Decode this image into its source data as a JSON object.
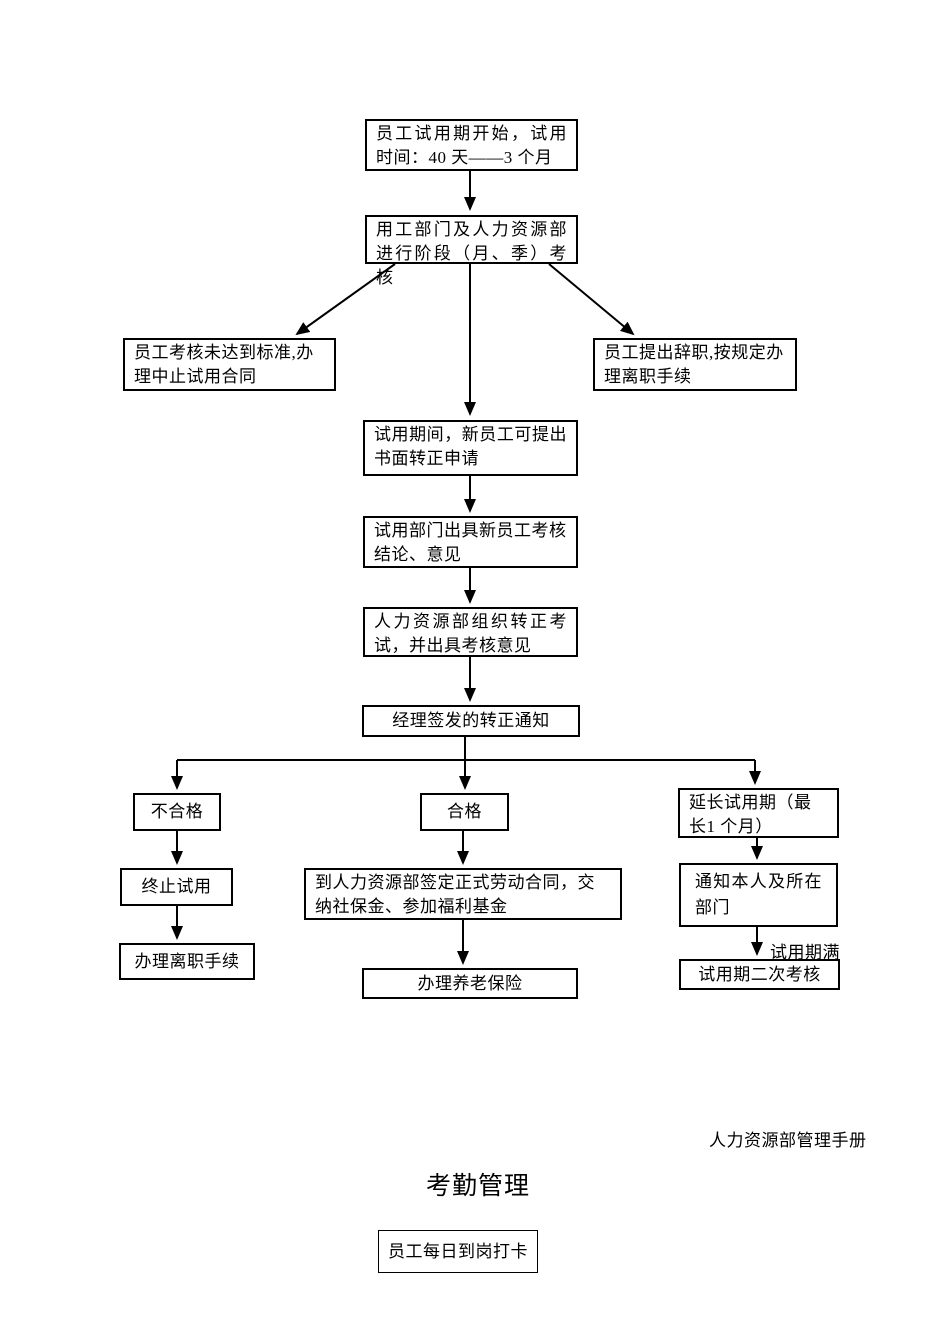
{
  "document": {
    "footer_note": "人力资源部管理手册",
    "section_title": "考勤管理"
  },
  "flowchart": {
    "nodes": {
      "start": "员工试用期开始，试用时间：40 天——3 个月",
      "stage_assessment": "用工部门及人力资源部进行阶段（月、季）考核",
      "below_standard": "员工考核未达到标准,办理中止试用合同",
      "resignation": "员工提出辞职,按规定办理离职手续",
      "written_application": "试用期间，新员工可提出书面转正申请",
      "dept_conclusion": "试用部门出具新员工考核结论、意见",
      "hr_exam": "人力资源部组织转正考试，并出具考核意见",
      "manager_notice": "经理签发的转正通知",
      "unqualified": "不合格",
      "qualified": "合格",
      "extend_probation": "延长试用期（最长1 个月）",
      "terminate_probation": "终止试用",
      "leave_procedures": "办理离职手续",
      "sign_contract": "到人力资源部签定正式劳动合同，交纳社保金、参加福利基金",
      "pension_insurance": "办理养老保险",
      "notify_person": "通知本人及所在部门",
      "second_assessment": "试用期二次考核",
      "daily_punch": "员工每日到岗打卡"
    },
    "edge_labels": {
      "probation_expiry": "试用期满"
    }
  }
}
